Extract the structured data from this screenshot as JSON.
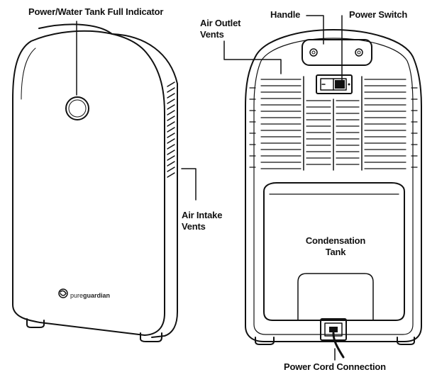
{
  "labels": {
    "indicator": "Power/Water Tank Full Indicator",
    "handle": "Handle",
    "power_switch": "Power Switch",
    "outlet_line1": "Air Outlet",
    "outlet_line2": "Vents",
    "intake_line1": "Air Intake",
    "intake_line2": "Vents",
    "tank_line1": "Condensation",
    "tank_line2": "Tank",
    "cord": "Power Cord Connection"
  },
  "brand": {
    "prefix": "pure",
    "suffix": "guardian"
  },
  "colors": {
    "stroke": "#111111",
    "background": "#ffffff"
  }
}
